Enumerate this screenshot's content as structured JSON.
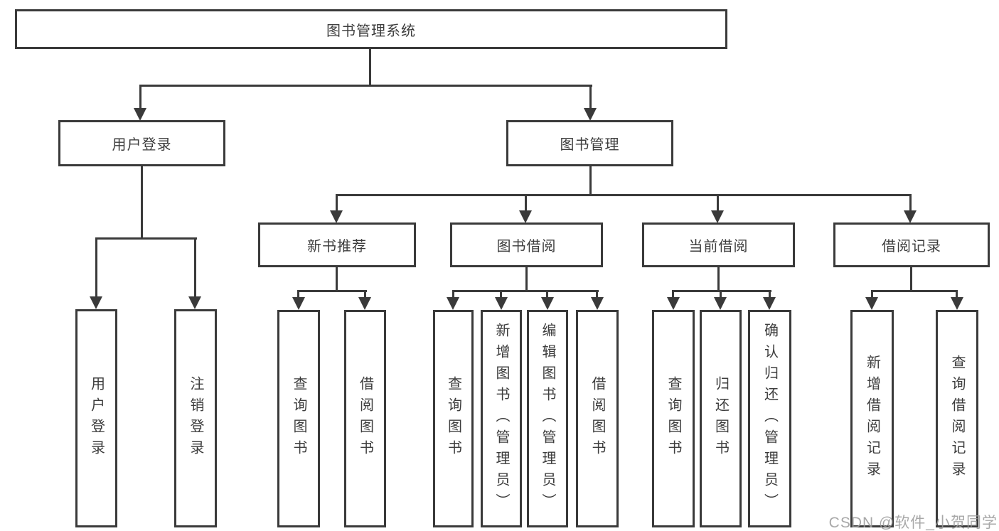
{
  "diagram_title": "图书管理系统",
  "watermark": "CSDN @软件_小贺同学",
  "colors": {
    "line": "#3a3a3a",
    "border": "#3a3a3a",
    "text": "#3d3d3d",
    "background": "#ffffff",
    "watermark": "#9c9c9c"
  },
  "nodes": {
    "root": {
      "label": "图书管理系统"
    },
    "level2": [
      {
        "label": "用户登录"
      },
      {
        "label": "图书管理"
      }
    ],
    "level3": [
      {
        "label": "新书推荐"
      },
      {
        "label": "图书借阅"
      },
      {
        "label": "当前借阅"
      },
      {
        "label": "借阅记录"
      }
    ],
    "leaves": {
      "login": [
        "用户登录",
        "注销登录"
      ],
      "recommend": [
        "查询图书",
        "借阅图书"
      ],
      "borrow": [
        "查询图书",
        "新增图书（管理员）",
        "编辑图书（管理员）",
        "借阅图书"
      ],
      "current": [
        "查询图书",
        "归还图书",
        "确认归还（管理员）"
      ],
      "records": [
        "新增借阅记录",
        "查询借阅记录"
      ]
    }
  }
}
